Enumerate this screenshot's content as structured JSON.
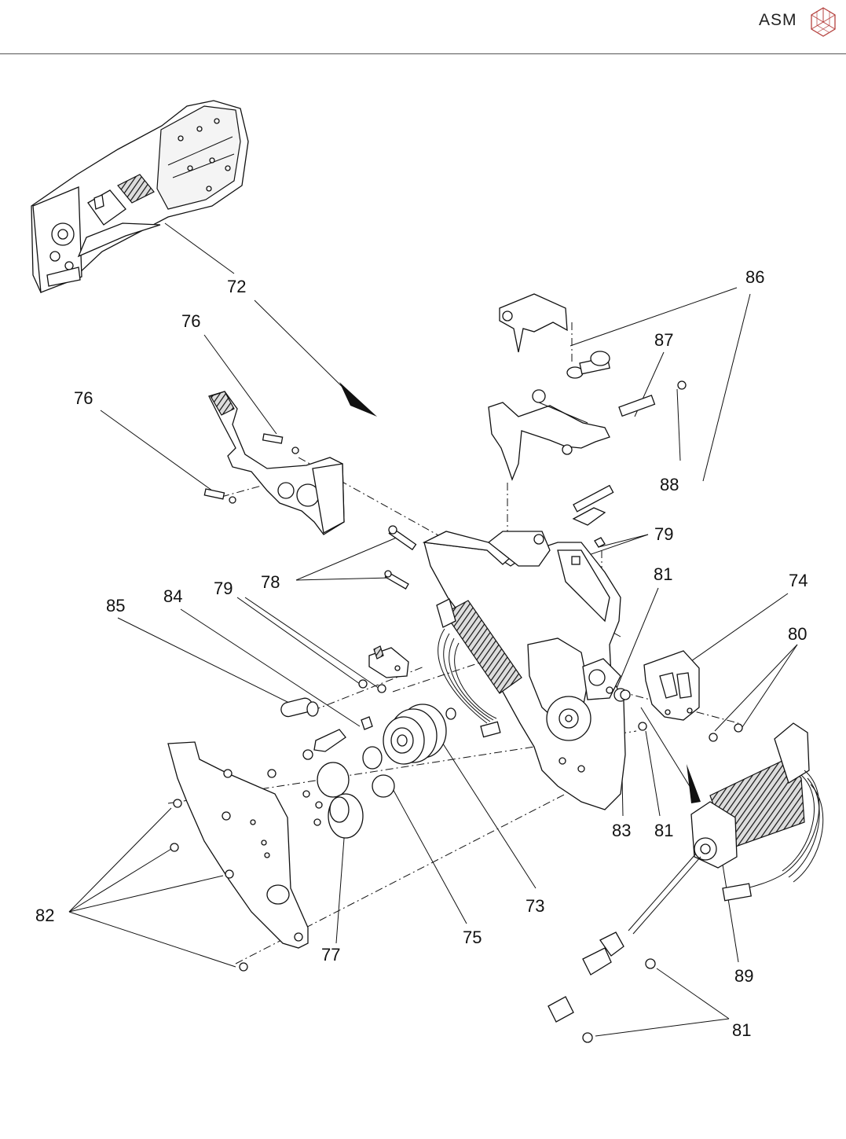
{
  "header": {
    "brand": "ASM"
  },
  "diagram": {
    "callouts": [
      {
        "id": "72",
        "text": "72"
      },
      {
        "id": "76a",
        "text": "76"
      },
      {
        "id": "76b",
        "text": "76"
      },
      {
        "id": "86",
        "text": "86"
      },
      {
        "id": "87",
        "text": "87"
      },
      {
        "id": "88",
        "text": "88"
      },
      {
        "id": "79a",
        "text": "79"
      },
      {
        "id": "78",
        "text": "78"
      },
      {
        "id": "81a",
        "text": "81"
      },
      {
        "id": "74",
        "text": "74"
      },
      {
        "id": "85",
        "text": "85"
      },
      {
        "id": "84",
        "text": "84"
      },
      {
        "id": "79b",
        "text": "79"
      },
      {
        "id": "80",
        "text": "80"
      },
      {
        "id": "83",
        "text": "83"
      },
      {
        "id": "81b",
        "text": "81"
      },
      {
        "id": "82",
        "text": "82"
      },
      {
        "id": "73",
        "text": "73"
      },
      {
        "id": "75",
        "text": "75"
      },
      {
        "id": "77",
        "text": "77"
      },
      {
        "id": "89",
        "text": "89"
      },
      {
        "id": "81c",
        "text": "81"
      }
    ]
  }
}
